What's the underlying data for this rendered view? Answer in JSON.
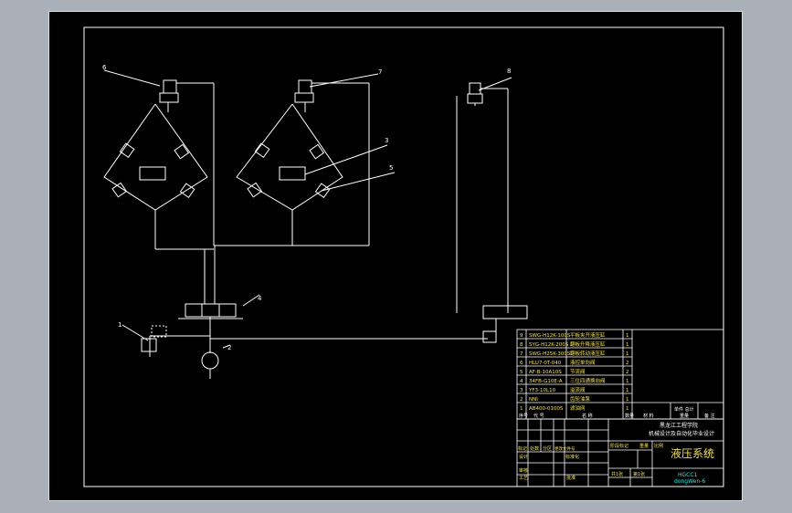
{
  "drawing": {
    "callouts": [
      "6",
      "7",
      "8",
      "3",
      "5",
      "4",
      "2",
      "1"
    ],
    "parts_table": {
      "rows": [
        {
          "no": "9",
          "code": "SWG-H12K-100S",
          "name": "平板夹开液压缸",
          "qty": "1"
        },
        {
          "no": "8",
          "code": "SYG-H12K-200S",
          "name": "翻板升降液压缸",
          "qty": "1"
        },
        {
          "no": "7",
          "code": "SWG-H25K-300S",
          "name": "翻板转动液压缸",
          "qty": "1"
        },
        {
          "no": "6",
          "code": "HLU7-0T-040",
          "name": "液控单向阀",
          "qty": "2"
        },
        {
          "no": "5",
          "code": "AF-B-10A10S",
          "name": "节流阀",
          "qty": "2"
        },
        {
          "no": "4",
          "code": "34FB-G10E-A",
          "name": "三位四通换向阀",
          "qty": "1"
        },
        {
          "no": "3",
          "code": "YF3-10L10",
          "name": "溢流阀",
          "qty": "1"
        },
        {
          "no": "2",
          "code": "NNI",
          "name": "齿轮油泵",
          "qty": "1"
        },
        {
          "no": "1",
          "code": "AB400-0100S",
          "name": "滤油网",
          "qty": "1"
        }
      ],
      "header": {
        "no": "序号",
        "code": "代 号",
        "name": "名 称",
        "qty": "数量",
        "material": "材 料",
        "unit_total": "单件 总计",
        "weight": "重量",
        "remark": "备 注"
      }
    },
    "title_block": {
      "school": "黑龙江工程学院",
      "project": "机械设计及自动化毕业设计",
      "drawing_title": "液压系统",
      "code": "HGCC1",
      "code2": "dongWen-6",
      "labels": {
        "mark": "标记",
        "qty": "处数",
        "zone": "分区",
        "change_no": "更改文件号",
        "design": "设计",
        "std": "标准化",
        "review": "审核",
        "craft": "工艺",
        "approve": "批准",
        "stage": "阶段标记",
        "weight": "重量",
        "scale": "比例",
        "sheets": "共1张",
        "sheet": "第1张"
      }
    }
  }
}
